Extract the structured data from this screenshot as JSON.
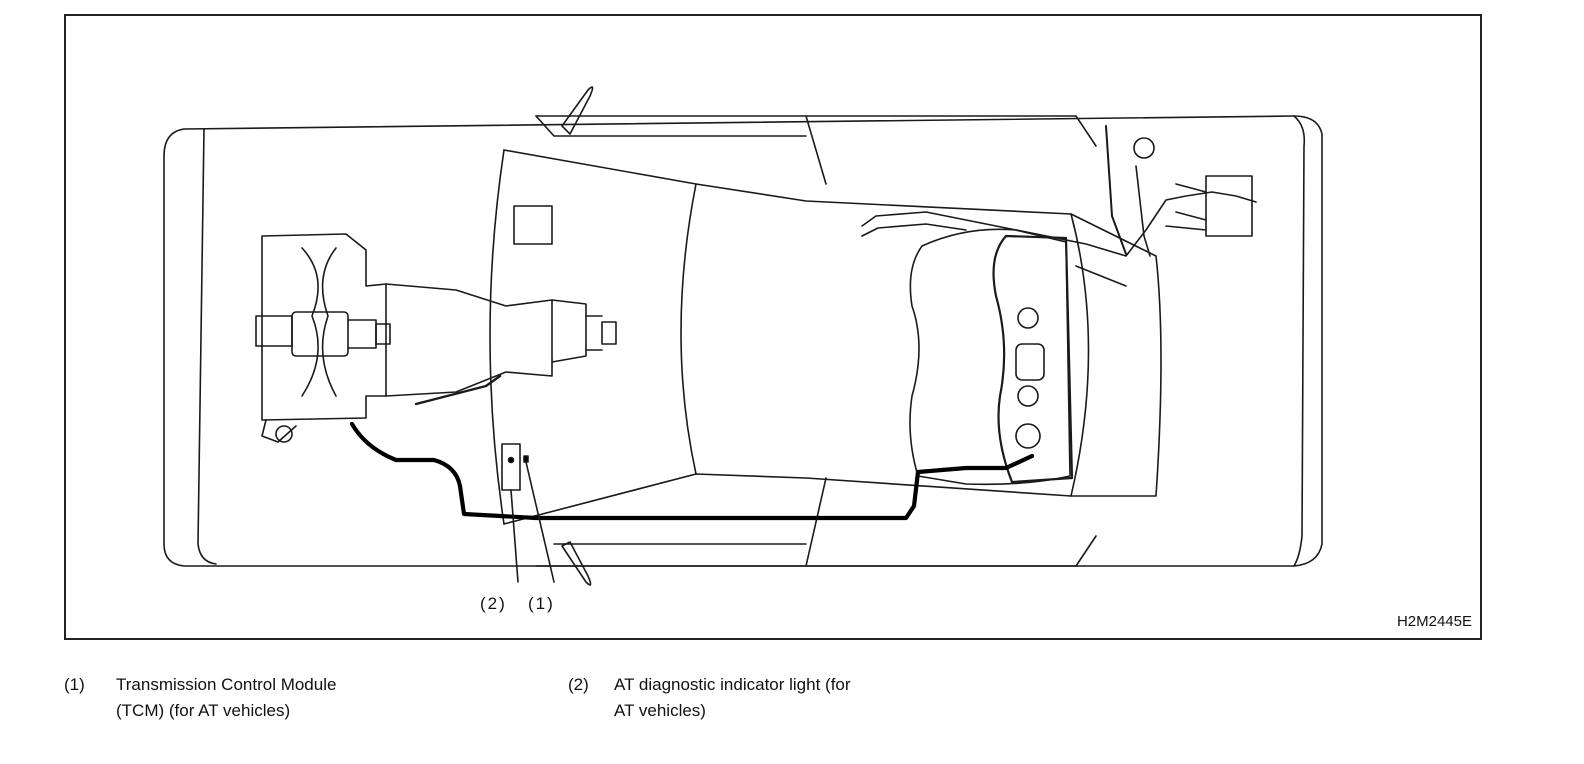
{
  "figure": {
    "code": "H2M2445E",
    "callouts": [
      {
        "id": "2",
        "label": "(2)"
      },
      {
        "id": "1",
        "label": "(1)"
      }
    ]
  },
  "legend": [
    {
      "number": "(1)",
      "lines": [
        "Transmission Control Module",
        "(TCM) (for AT vehicles)"
      ]
    },
    {
      "number": "(2)",
      "lines": [
        "AT diagnostic indicator light (for",
        "AT vehicles)"
      ]
    }
  ]
}
